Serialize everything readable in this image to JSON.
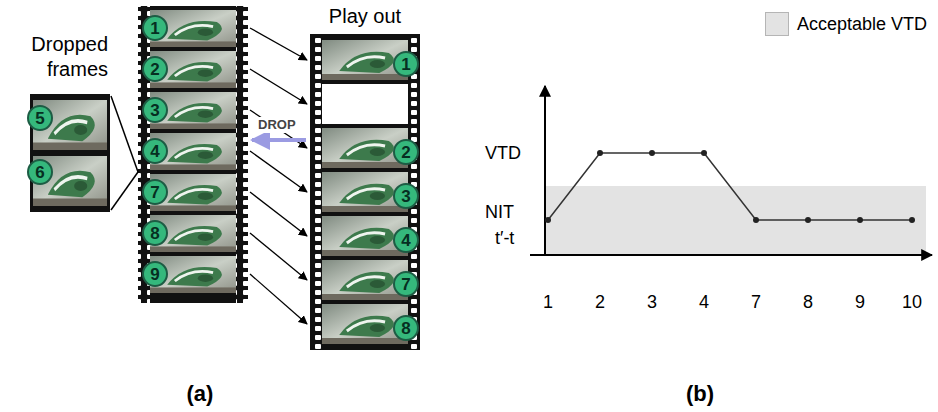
{
  "diagram": {
    "nodes": [
      {
        "text": [
          "1"
        ]
      },
      {
        "text": [
          "2"
        ]
      },
      {
        "text": [
          "3"
        ]
      },
      {
        "text": [
          "4"
        ]
      },
      {
        "text": [
          "7"
        ]
      },
      {
        "text": [
          "8"
        ]
      },
      {
        "text": [
          "9"
        ]
      },
      {
        "text": [
          "5"
        ]
      },
      {
        "text": [
          "6"
        ]
      },
      {
        "text": [
          "1"
        ]
      },
      {
        "text": [
          "2"
        ]
      },
      {
        "text": [
          "3"
        ]
      },
      {
        "text": [
          "4"
        ]
      },
      {
        "text": [
          "7"
        ]
      },
      {
        "text": [
          "8"
        ]
      }
    ],
    "labels": [
      "Dropped frames",
      "Play out",
      "DROP",
      "VTD",
      "NIT",
      "t′-t",
      "1",
      "2",
      "3",
      "4",
      "7",
      "8",
      "9",
      "10",
      "(a)",
      "(b)"
    ],
    "legend": [
      {
        "text": "Acceptable VTD",
        "color": "#e3e3e3"
      }
    ]
  }
}
